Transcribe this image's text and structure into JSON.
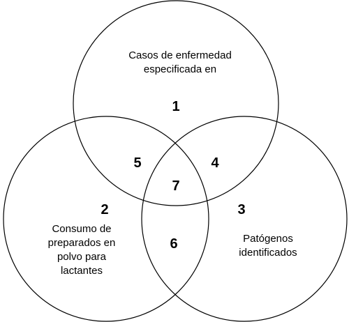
{
  "diagram": {
    "sets": [
      {
        "id": 1,
        "label_lines": [
          "Casos de enfermedad",
          "especificada en"
        ]
      },
      {
        "id": 2,
        "label_lines": [
          "Consumo de",
          "preparados en",
          "polvo para",
          "lactantes"
        ]
      },
      {
        "id": 3,
        "label_lines": [
          "Patógenos",
          "identificados"
        ]
      }
    ],
    "regions": {
      "r1": "1",
      "r2": "2",
      "r3": "3",
      "r4": "4",
      "r5": "5",
      "r6": "6",
      "r7": "7"
    },
    "colors": {
      "stroke": "#000000",
      "background": "#ffffff"
    }
  }
}
